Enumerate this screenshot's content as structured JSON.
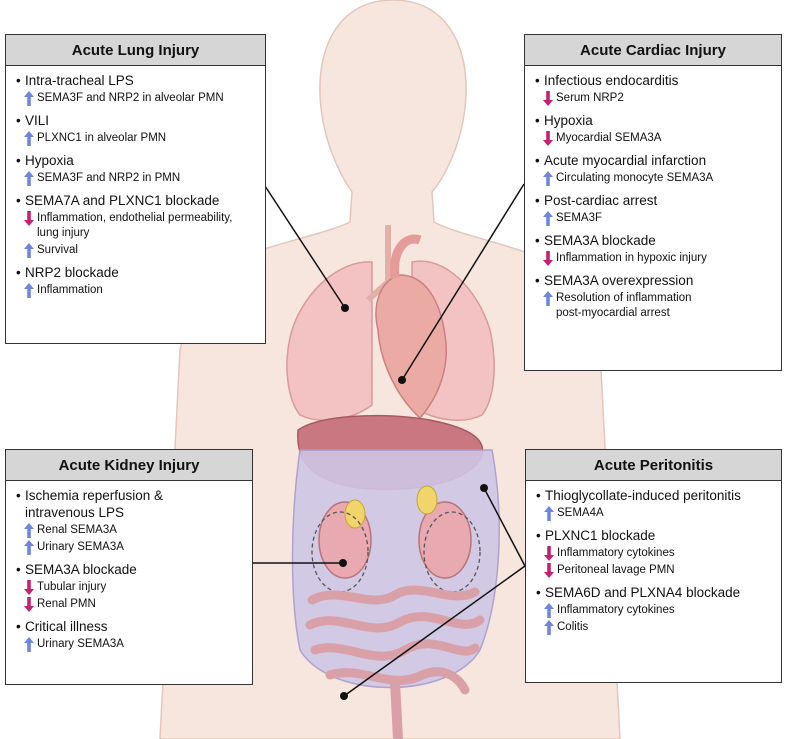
{
  "colors": {
    "up_arrow": "#6f86e0",
    "down_arrow": "#c7206f",
    "title_bg": "#d6d6d6",
    "border": "#333333",
    "connector_dot": "#111111"
  },
  "icons": {
    "up": "arrow-up-icon",
    "down": "arrow-down-icon"
  },
  "panels": {
    "lung": {
      "title": "Acute Lung Injury",
      "items": [
        {
          "heading": "Intra-tracheal LPS",
          "effects": [
            {
              "dir": "up",
              "text": "SEMA3F and NRP2 in alveolar PMN"
            }
          ]
        },
        {
          "heading": "VILI",
          "effects": [
            {
              "dir": "up",
              "text": "PLXNC1 in alveolar PMN"
            }
          ]
        },
        {
          "heading": "Hypoxia",
          "effects": [
            {
              "dir": "up",
              "text": "SEMA3F and NRP2 in PMN"
            }
          ]
        },
        {
          "heading": "SEMA7A and PLXNC1 blockade",
          "effects": [
            {
              "dir": "down",
              "text": "Inflammation, endothelial permeability,"
            },
            {
              "dir": "none",
              "text": "lung injury"
            },
            {
              "dir": "up",
              "text": "Survival"
            }
          ]
        },
        {
          "heading": "NRP2 blockade",
          "effects": [
            {
              "dir": "up",
              "text": "Inflammation"
            }
          ]
        }
      ]
    },
    "cardiac": {
      "title": "Acute Cardiac Injury",
      "items": [
        {
          "heading": "Infectious endocarditis",
          "effects": [
            {
              "dir": "down",
              "text": "Serum NRP2"
            }
          ]
        },
        {
          "heading": "Hypoxia",
          "effects": [
            {
              "dir": "down",
              "text": "Myocardial SEMA3A"
            }
          ]
        },
        {
          "heading": "Acute myocardial infarction",
          "effects": [
            {
              "dir": "up",
              "text": "Circulating monocyte SEMA3A"
            }
          ]
        },
        {
          "heading": "Post-cardiac arrest",
          "effects": [
            {
              "dir": "up",
              "text": "SEMA3F"
            }
          ]
        },
        {
          "heading": "SEMA3A blockade",
          "effects": [
            {
              "dir": "down",
              "text": "Inflammation in hypoxic injury"
            }
          ]
        },
        {
          "heading": "SEMA3A overexpression",
          "effects": [
            {
              "dir": "up",
              "text": "Resolution of inflammation"
            },
            {
              "dir": "none",
              "text": "post-myocardial arrest"
            }
          ]
        }
      ]
    },
    "kidney": {
      "title": "Acute Kidney Injury",
      "items": [
        {
          "heading": "Ischemia reperfusion &",
          "heading2": "intravenous LPS",
          "effects": [
            {
              "dir": "up",
              "text": "Renal SEMA3A"
            },
            {
              "dir": "up",
              "text": "Urinary SEMA3A"
            }
          ]
        },
        {
          "heading": "SEMA3A blockade",
          "effects": [
            {
              "dir": "down",
              "text": "Tubular injury"
            },
            {
              "dir": "down",
              "text": "Renal PMN"
            }
          ]
        },
        {
          "heading": "Critical illness",
          "effects": [
            {
              "dir": "up",
              "text": "Urinary SEMA3A"
            }
          ]
        }
      ]
    },
    "peritonitis": {
      "title": "Acute Peritonitis",
      "items": [
        {
          "heading": "Thioglycollate-induced peritonitis",
          "effects": [
            {
              "dir": "up",
              "text": "SEMA4A"
            }
          ]
        },
        {
          "heading": "PLXNC1 blockade",
          "effects": [
            {
              "dir": "down",
              "text": "Inflammatory cytokines"
            },
            {
              "dir": "down",
              "text": "Peritoneal lavage PMN"
            }
          ]
        },
        {
          "heading": "SEMA6D and PLXNA4 blockade",
          "effects": [
            {
              "dir": "up",
              "text": "Inflammatory cytokines"
            },
            {
              "dir": "up",
              "text": "Colitis"
            }
          ]
        }
      ]
    }
  }
}
